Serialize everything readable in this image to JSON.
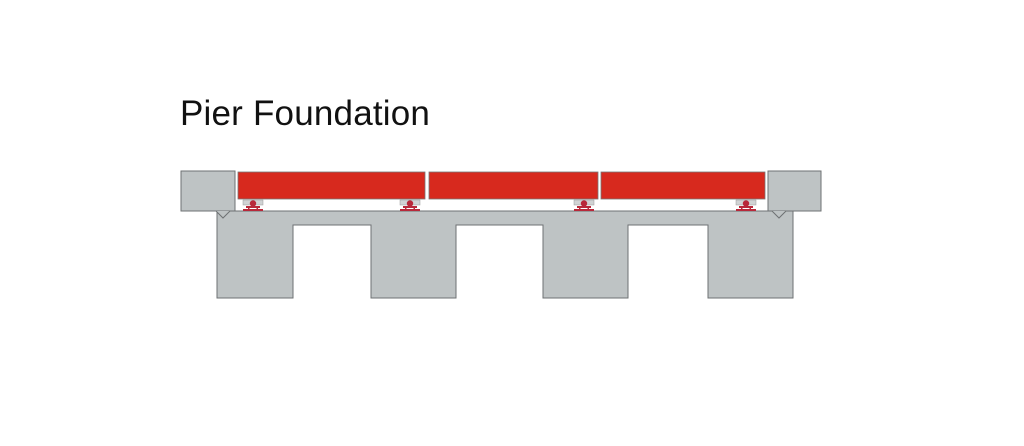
{
  "title": "Pier Foundation",
  "colors": {
    "deck": "#d7291e",
    "concrete": "#bec3c4",
    "outline": "#6e7173",
    "bearing": "#b8283a",
    "bearing_plate": "#d0d3d4"
  },
  "components": [
    "left-abutment",
    "deck-span-1",
    "deck-span-2",
    "deck-span-3",
    "right-abutment",
    "pier-foundation",
    "bearing-1",
    "bearing-2",
    "bearing-3",
    "bearing-4"
  ]
}
